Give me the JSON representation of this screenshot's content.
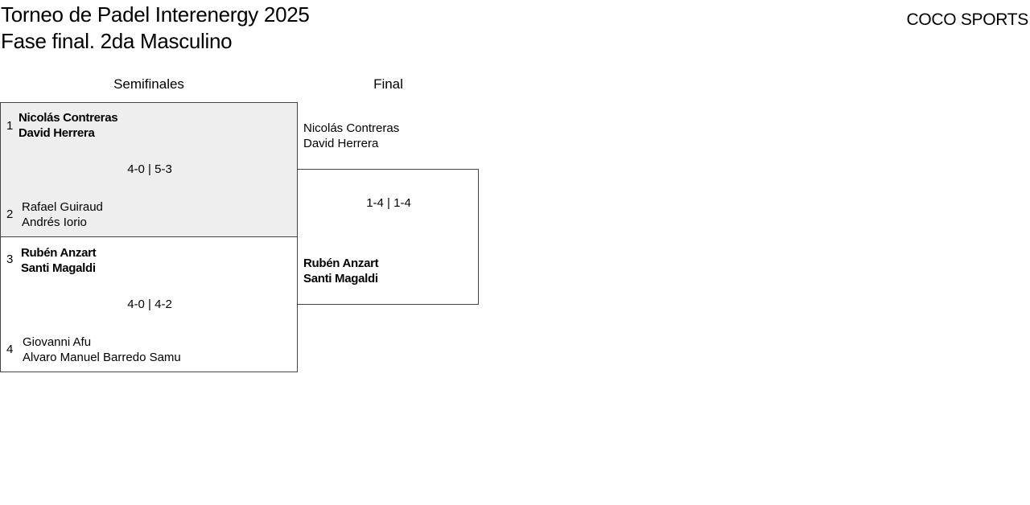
{
  "header": {
    "title_line1": "Torneo de Padel Interenergy 2025",
    "title_line2": "Fase final. 2da Masculino",
    "brand": "COCO SPORTS"
  },
  "columns": {
    "semis": "Semifinales",
    "final": "Final"
  },
  "semis": [
    {
      "score": "4-0 | 5-3",
      "teams": [
        {
          "seed": "1",
          "p1": "Nicolás Contreras",
          "p2": "David Herrera",
          "winner": true
        },
        {
          "seed": "2",
          "p1": "Rafael Guiraud",
          "p2": "Andrés Iorio",
          "winner": false
        }
      ]
    },
    {
      "score": "4-0 | 4-2",
      "teams": [
        {
          "seed": "3",
          "p1": "Rubén Anzart",
          "p2": "Santi Magaldi",
          "winner": true
        },
        {
          "seed": "4",
          "p1": "Giovanni Afu",
          "p2": "Alvaro Manuel Barredo Samu",
          "winner": false
        }
      ]
    }
  ],
  "final": {
    "score": "1-4 | 1-4",
    "teams": [
      {
        "p1": "Nicolás Contreras",
        "p2": "David Herrera",
        "winner": false
      },
      {
        "p1": "Rubén Anzart",
        "p2": "Santi Magaldi",
        "winner": true
      }
    ]
  }
}
